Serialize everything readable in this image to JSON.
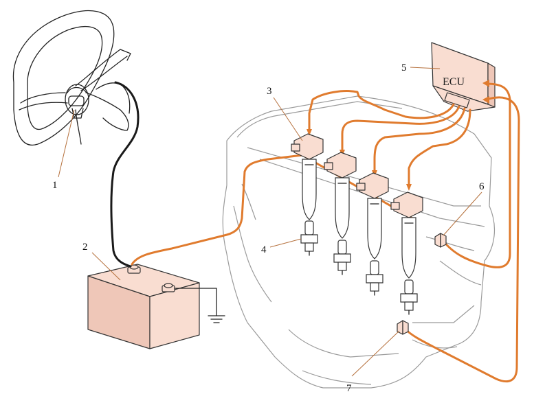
{
  "diagram": {
    "callouts": [
      {
        "number": "1",
        "part": "ignition-switch"
      },
      {
        "number": "2",
        "part": "battery"
      },
      {
        "number": "3",
        "part": "ignition-coil"
      },
      {
        "number": "4",
        "part": "spark-plug"
      },
      {
        "number": "5",
        "part": "ecu"
      },
      {
        "number": "6",
        "part": "sensor-upper"
      },
      {
        "number": "7",
        "part": "sensor-lower"
      }
    ],
    "ecu_label": "ECU"
  },
  "colors": {
    "signal_wire": "#e07b2e",
    "power_wire": "#1a1a1a",
    "component_fill": "#f9ddd1",
    "engine_outline": "#9a9a9a"
  }
}
